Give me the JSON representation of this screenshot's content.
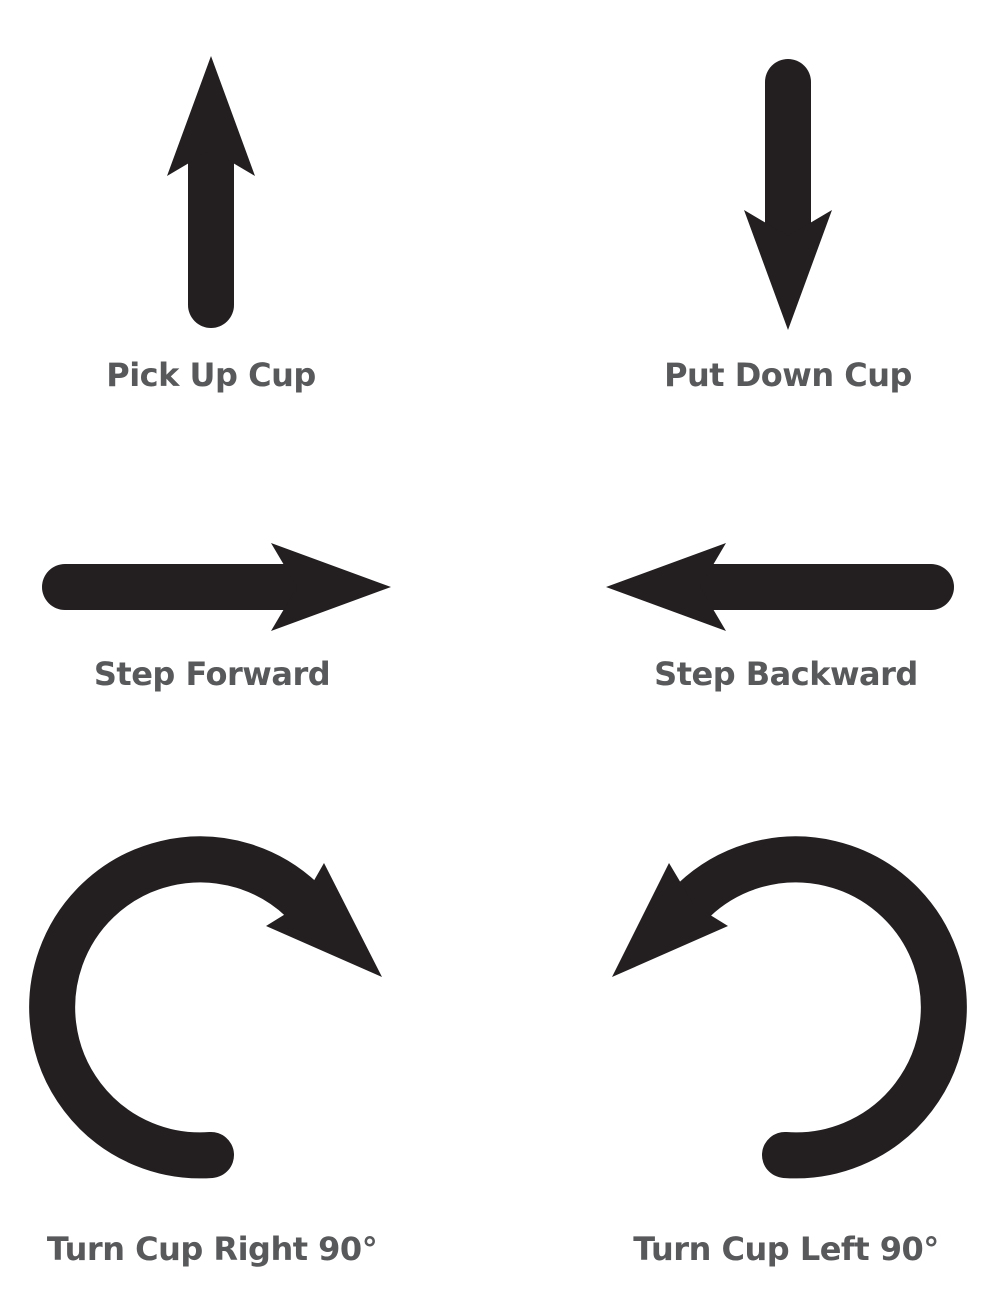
{
  "colors": {
    "arrow": "#231f20",
    "label": "#58595b",
    "background": "#ffffff"
  },
  "actions": [
    {
      "id": "pick-up",
      "icon": "arrow-up-icon",
      "label": "Pick Up Cup"
    },
    {
      "id": "put-down",
      "icon": "arrow-down-icon",
      "label": "Put Down Cup"
    },
    {
      "id": "step-forward",
      "icon": "arrow-right-icon",
      "label": "Step Forward"
    },
    {
      "id": "step-backward",
      "icon": "arrow-left-icon",
      "label": "Step Backward"
    },
    {
      "id": "turn-right",
      "icon": "rotate-clockwise-icon",
      "label": "Turn Cup Right 90°"
    },
    {
      "id": "turn-left",
      "icon": "rotate-counterclockwise-icon",
      "label": "Turn Cup Left 90°"
    }
  ]
}
